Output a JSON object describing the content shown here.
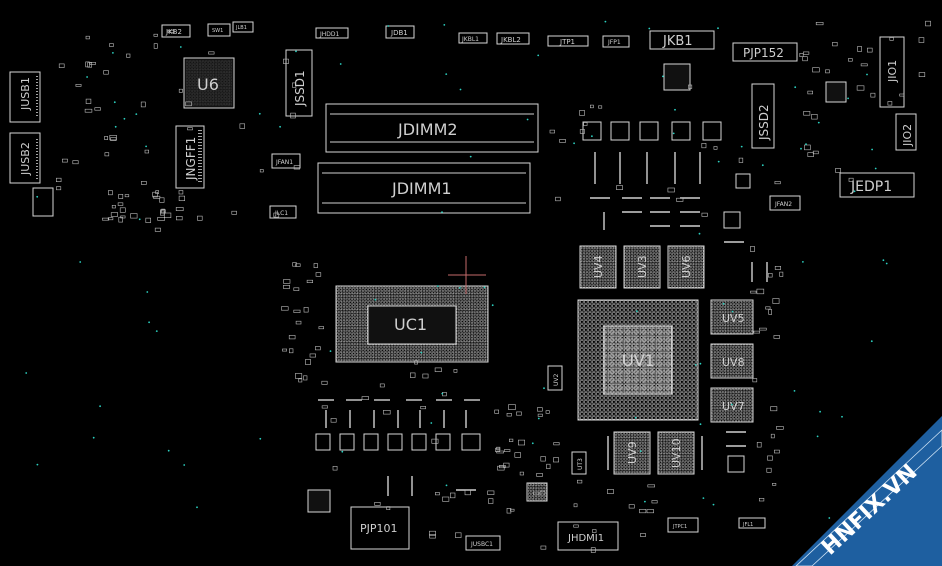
{
  "board": {
    "background": "#000000",
    "outline_color": "#d6d6d6",
    "component_fill": "#1a1a1a",
    "ball_color": "#bdbdbd",
    "marker_color": "#c46a6a",
    "via_color": "#2bd0c0"
  },
  "components": [
    {
      "id": "U6",
      "label": "U6"
    },
    {
      "id": "JUSB1",
      "label": "JUSB1"
    },
    {
      "id": "JUSB2",
      "label": "JUSB2"
    },
    {
      "id": "JNGFF1",
      "label": "JNGFF1"
    },
    {
      "id": "JSSD1",
      "label": "JSSD1"
    },
    {
      "id": "JSSD2",
      "label": "JSSD2"
    },
    {
      "id": "JDIMM2",
      "label": "JDIMM2"
    },
    {
      "id": "JDIMM1",
      "label": "JDIMM1"
    },
    {
      "id": "JKB1",
      "label": "JKB1"
    },
    {
      "id": "PJP152",
      "label": "PJP152"
    },
    {
      "id": "JIO1",
      "label": "JIO1"
    },
    {
      "id": "JIO2",
      "label": "JIO2"
    },
    {
      "id": "JEDP1",
      "label": "JEDP1"
    },
    {
      "id": "UC1",
      "label": "UC1"
    },
    {
      "id": "UV1",
      "label": "UV1"
    },
    {
      "id": "UV4",
      "label": "UV4"
    },
    {
      "id": "UV3",
      "label": "UV3"
    },
    {
      "id": "UV6",
      "label": "UV6"
    },
    {
      "id": "UV5",
      "label": "UV5"
    },
    {
      "id": "UV8",
      "label": "UV8"
    },
    {
      "id": "UV7",
      "label": "UV7"
    },
    {
      "id": "UV9",
      "label": "UV9"
    },
    {
      "id": "UV10",
      "label": "UV10"
    },
    {
      "id": "PJP101",
      "label": "PJP101"
    },
    {
      "id": "JHDMI1",
      "label": "JHDMI1"
    }
  ],
  "small_labels": {
    "jkb2": "JKB2",
    "sw1": "SW1",
    "jlb1": "JLB1",
    "jhdd1": "JHDD1",
    "jdb1": "JDB1",
    "jkbl1": "JKBL1",
    "jkbl2": "JKBL2",
    "jtp1": "JTP1",
    "jfp1": "JFP1",
    "jfan1": "JFAN1",
    "jfan2": "JFAN2",
    "jlc1": "JLC1",
    "uv2": "UV2",
    "ut3": "UT3",
    "jusbc1": "JUSBC1",
    "jtpc1": "JTPC1",
    "jfl1": "JFL1"
  },
  "watermark": {
    "text": "HNFIX.VN",
    "background": "#1e5fa0",
    "text_color": "#ffffff"
  }
}
